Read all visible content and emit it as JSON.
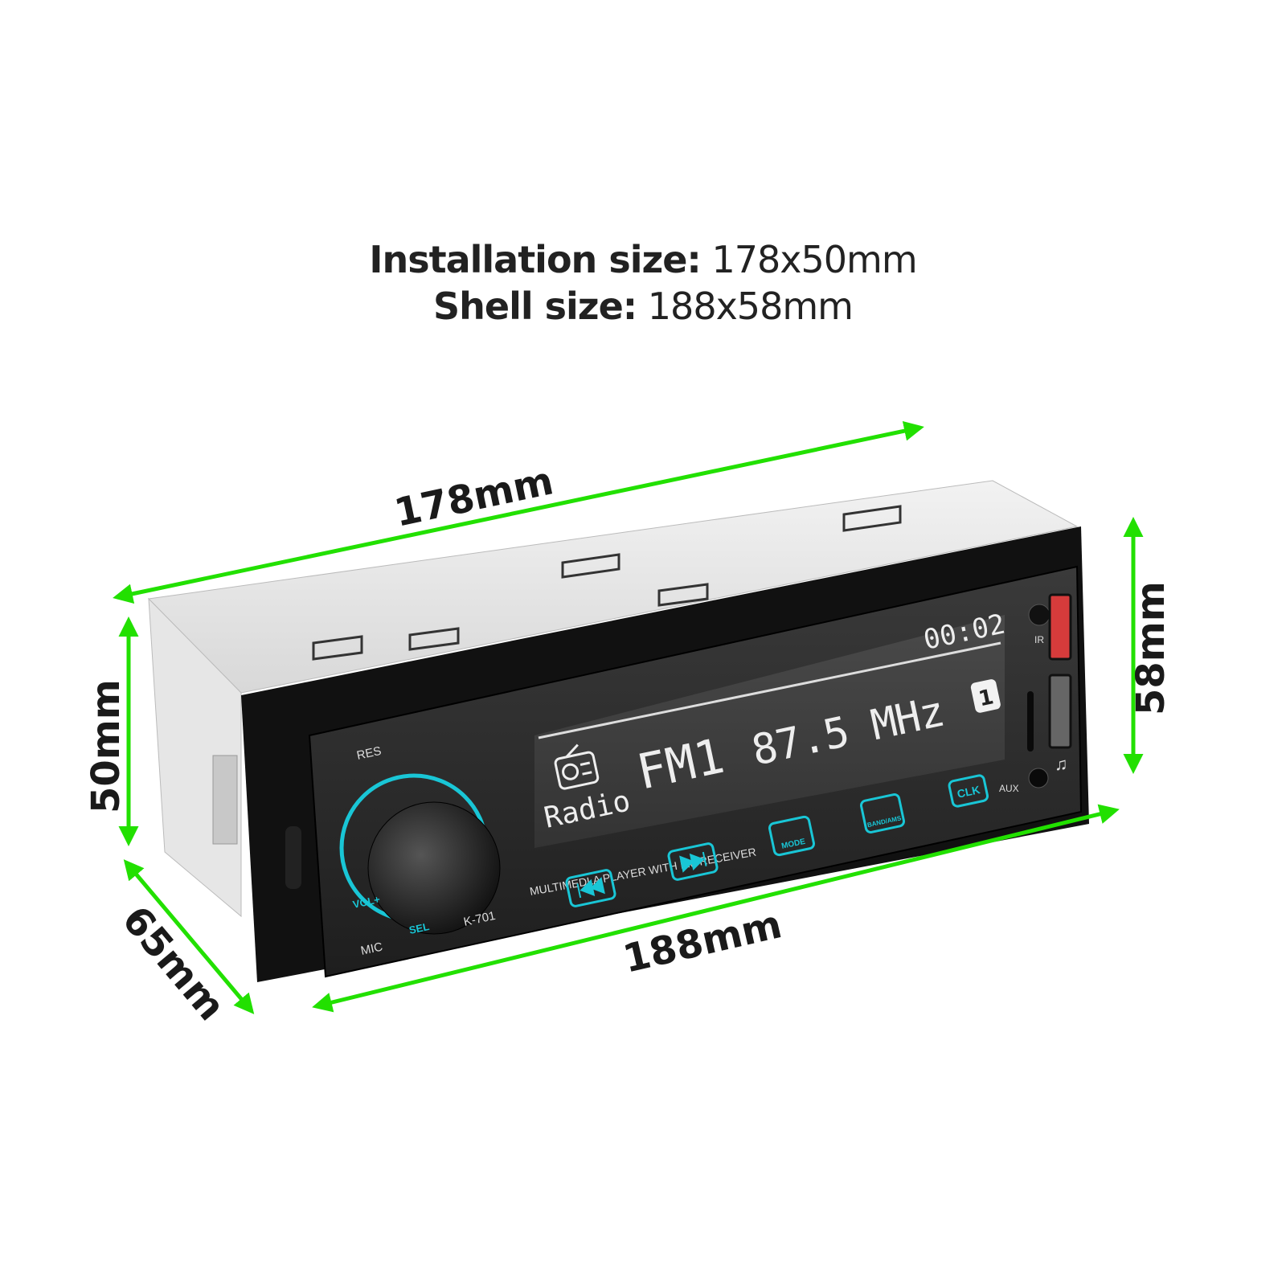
{
  "header": {
    "installation_label": "Installation size:",
    "installation_value": "178x50mm",
    "shell_label": "Shell size:",
    "shell_value": "188x58mm"
  },
  "dimensions": {
    "top_width": "178mm",
    "front_width": "188mm",
    "front_height": "58mm",
    "body_height": "50mm",
    "depth": "65mm",
    "arrow_color": "#22e000"
  },
  "device": {
    "clock": "00:02",
    "band": "FM1",
    "frequency": "87.5 MHz",
    "preset": "1",
    "source": "Radio",
    "tagline": "MULTIMEDLA PLAYER WITH FM RECEIVER",
    "model": "K-701",
    "res_label": "RES",
    "mic_label": "MIC",
    "vol_label": "VOL+",
    "sel_label": "SEL",
    "ir_label": "IR",
    "aux_label": "AUX",
    "buttons": {
      "mode": "MODE",
      "band": "BAND/AMS",
      "clk": "CLK"
    },
    "accent_color": "#19c6d6"
  }
}
